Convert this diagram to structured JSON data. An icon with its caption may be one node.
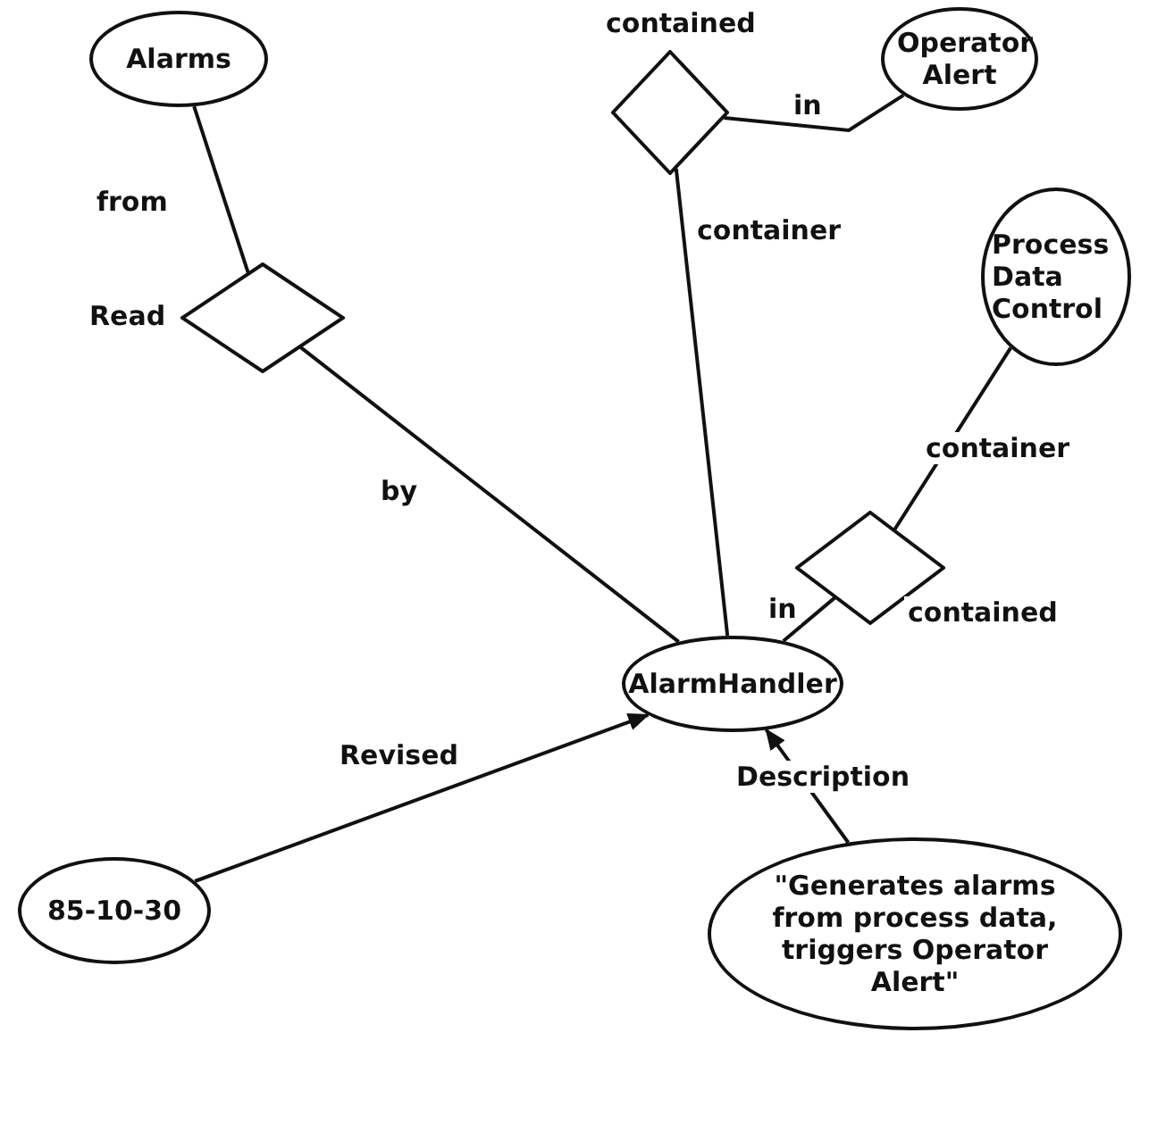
{
  "diagram": {
    "nodes": [
      {
        "text": [
          "Alarms"
        ]
      },
      {
        "text": [],
        "shape": "diamond",
        "beside": [
          "Read"
        ]
      },
      {
        "text": [],
        "shape": "diamond",
        "beside": [
          "contained"
        ]
      },
      {
        "text": [
          "Operator Alert"
        ]
      },
      {
        "text": [
          "Process Data Control"
        ]
      },
      {
        "text": [],
        "shape": "diamond",
        "beside": [
          "contained"
        ]
      },
      {
        "text": [
          "AlarmHandler"
        ]
      },
      {
        "text": [
          "85-10-30"
        ]
      },
      {
        "text": [
          "\"Generates alarms from process data, triggers Operator Alert\""
        ]
      }
    ],
    "edges": [
      {
        "from": 0,
        "to": 1,
        "arrow": "none",
        "label": "from"
      },
      {
        "from": 1,
        "to": 6,
        "arrow": "none",
        "label": "by"
      },
      {
        "from": 2,
        "to": 3,
        "arrow": "none",
        "label": "in"
      },
      {
        "from": 2,
        "to": 6,
        "arrow": "none",
        "label": "container"
      },
      {
        "from": 4,
        "to": 5,
        "arrow": "none",
        "label": "container"
      },
      {
        "from": 5,
        "to": 6,
        "arrow": "none",
        "label": "in"
      },
      {
        "from": 7,
        "to": 6,
        "arrow": "to",
        "label": "Revised"
      },
      {
        "from": 8,
        "to": 6,
        "arrow": "to",
        "label": "Description"
      }
    ]
  }
}
